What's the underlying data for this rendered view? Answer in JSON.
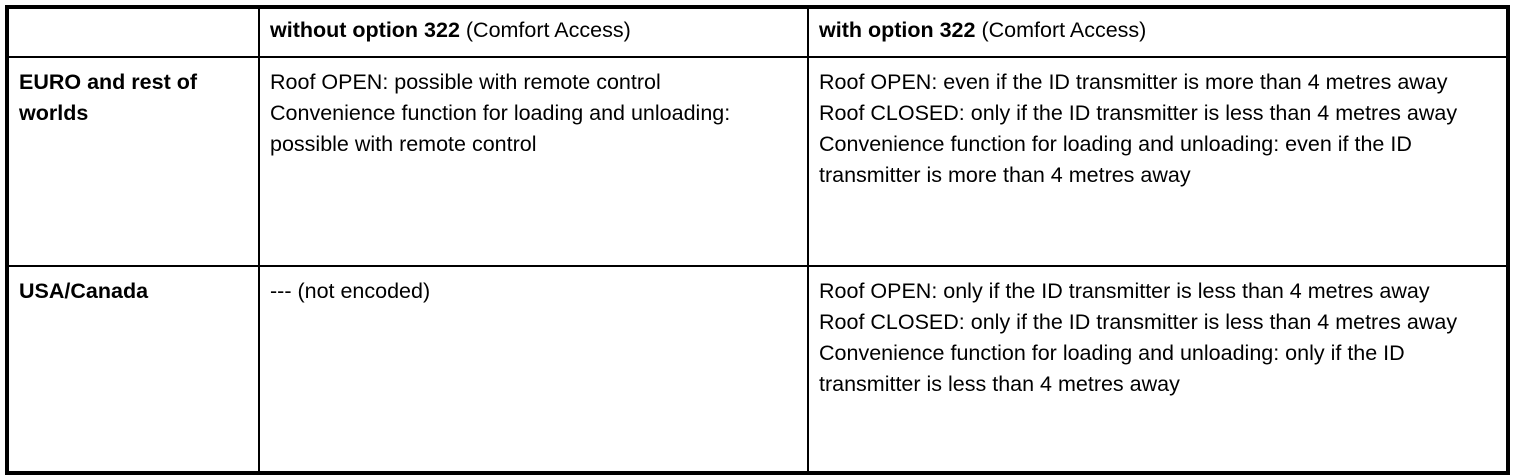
{
  "table": {
    "columns": [
      {
        "key": "region",
        "label": ""
      },
      {
        "key": "without",
        "label_strong": "without option 322",
        "label_normal": " (Comfort Access)"
      },
      {
        "key": "with",
        "label_strong": "with option 322",
        "label_normal": " (Comfort Access)"
      }
    ],
    "rows": [
      {
        "region": "EURO and rest of worlds",
        "without": [
          "Roof OPEN: possible with remote control",
          "Convenience function for loading and unloading: possible with remote control"
        ],
        "with": [
          "Roof OPEN: even if the ID transmitter is more than 4 metres away",
          "Roof CLOSED: only if the ID transmitter is less than 4 metres away",
          "Convenience function for loading and unloading: even if the ID transmitter is more than 4 metres away"
        ]
      },
      {
        "region": "USA/Canada",
        "without": [
          "--- (not encoded)"
        ],
        "with": [
          "Roof OPEN: only if the ID transmitter is less than 4 metres away",
          "Roof CLOSED: only if the ID transmitter is less than 4 metres away",
          "Convenience function for loading and unloading: only if the ID transmitter is less than 4 metres away"
        ]
      }
    ]
  },
  "colors": {
    "border": "#000000",
    "text": "#000000",
    "background": "#ffffff"
  }
}
